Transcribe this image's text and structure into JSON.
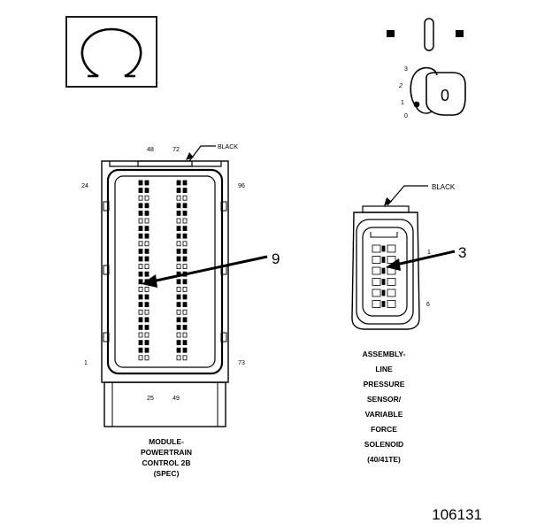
{
  "symbols": {
    "ohmmeter_symbol": "Ω",
    "ignition_key_mark": "0",
    "ignition_positions": [
      "3",
      "2",
      "1",
      "0"
    ]
  },
  "connector_left": {
    "color_label": "BLACK",
    "pin_numbers": {
      "top_a": "48",
      "top_b": "72",
      "left_top": "24",
      "right_top": "96",
      "left_bottom": "1",
      "right_bottom": "73",
      "bottom_a": "25",
      "bottom_b": "49"
    },
    "callout": "9",
    "caption": [
      "MODULE-",
      "POWERTRAIN",
      "CONTROL 2B",
      "(SPEC)"
    ]
  },
  "connector_right": {
    "color_label": "BLACK",
    "pin_numbers": {
      "first": "1",
      "last": "6"
    },
    "callout": "3",
    "caption": [
      "ASSEMBLY-",
      "LINE",
      "PRESSURE",
      "SENSOR/",
      "VARIABLE",
      "FORCE",
      "SOLENOID",
      "(40/41TE)"
    ]
  },
  "figure_id": "106131",
  "colors": {
    "ink": "#000000",
    "paper": "#ffffff"
  }
}
